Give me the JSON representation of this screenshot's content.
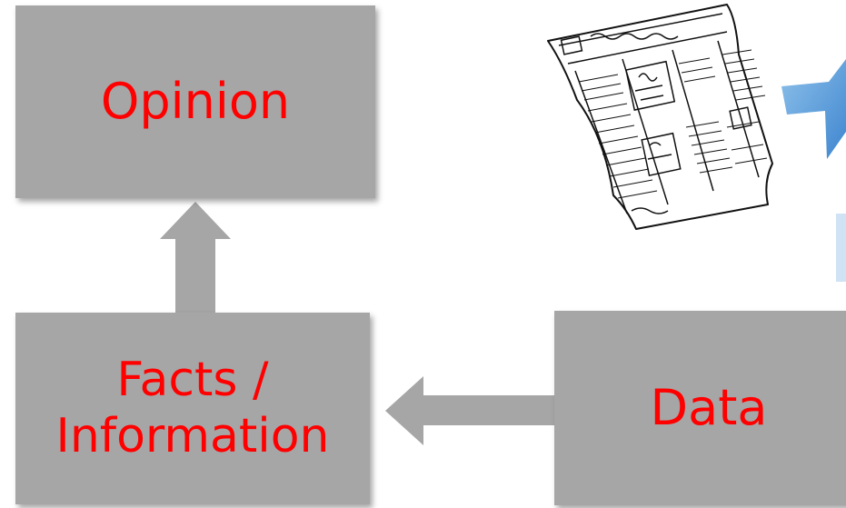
{
  "nodes": {
    "opinion": {
      "label": "Opinion"
    },
    "facts": {
      "label_line1": "Facts /",
      "label_line2": "Information"
    },
    "data": {
      "label": "Data"
    }
  },
  "colors": {
    "box_fill": "#a6a6a6",
    "label_text": "#ff0000",
    "connector": "#a6a6a6",
    "accent_arrow": "#5b9bd5"
  },
  "icons": {
    "newspaper": "newspaper-sketch-icon",
    "blue_arrow": "blue-arrow-icon"
  }
}
